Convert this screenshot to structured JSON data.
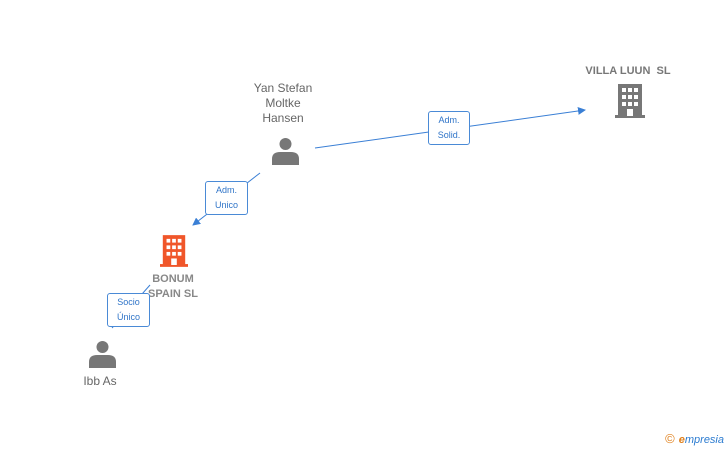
{
  "nodes": {
    "person_yan": {
      "label": "Yan Stefan\nMoltke\nHansen",
      "kind": "person",
      "color": "#777777"
    },
    "company_villa": {
      "label": "VILLA LUUN  SL",
      "kind": "company",
      "color": "#777777"
    },
    "company_bonum": {
      "label": "BONUM\nSPAIN  SL",
      "kind": "company",
      "color": "#f0562a"
    },
    "person_ibb": {
      "label": "Ibb As",
      "kind": "person",
      "color": "#777777"
    }
  },
  "edges": {
    "yan_villa": {
      "label": "Adm.\nSolid."
    },
    "yan_bonum": {
      "label": "Adm.\nUnico"
    },
    "ibb_bonum": {
      "label": "Socio\nÚnico"
    }
  },
  "brand": {
    "copyright": "©",
    "first_letter": "e",
    "rest": "mpresia"
  },
  "colors": {
    "edge": "#3a7fd5",
    "label_border": "#4a8ad6",
    "company_main": "#f0562a",
    "node_grey": "#777777"
  }
}
